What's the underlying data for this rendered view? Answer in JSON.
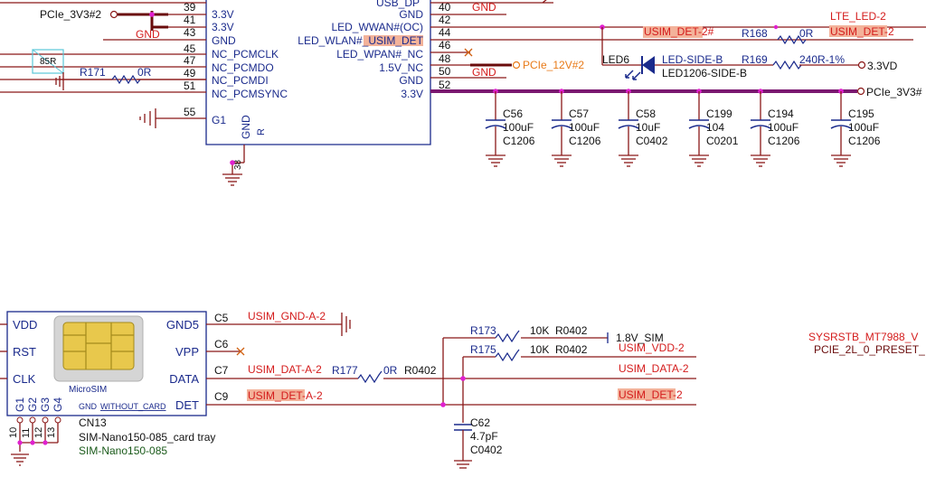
{
  "connector": {
    "left_pins": [
      {
        "num": "39",
        "name": "3.3V"
      },
      {
        "num": "41",
        "name": "3.3V"
      },
      {
        "num": "43",
        "name": "GND"
      },
      {
        "num": "45",
        "name": "NC_PCMCLK"
      },
      {
        "num": "47",
        "name": "NC_PCMDO"
      },
      {
        "num": "49",
        "name": "NC_PCMDI"
      },
      {
        "num": "51",
        "name": "NC_PCMSYNC"
      },
      {
        "num": "55",
        "name": "G1"
      }
    ],
    "right_pins": [
      {
        "num": "40",
        "name": "GND"
      },
      {
        "num": "42",
        "name": "LED_WWAN#(OC)"
      },
      {
        "num": "44",
        "name": "LED_WLAN#_USIM_DET",
        "plain": "LED_WLAN#_",
        "highlight": "USIM_DET"
      },
      {
        "num": "46",
        "name": "LED_WPAN#_NC"
      },
      {
        "num": "48",
        "name": "1.5V_NC"
      },
      {
        "num": "50",
        "name": "GND"
      },
      {
        "num": "52",
        "name": "3.3V"
      }
    ],
    "top_right_pin": "USB_DP",
    "bottom_pin": {
      "name": "GND",
      "num": "38",
      "mark": "R"
    }
  },
  "nets": {
    "pcie_3v3_2": "PCIe_3V3#2",
    "gnd": "GND",
    "r171": {
      "ref": "R171",
      "value": "0R"
    },
    "rp_85r": "85R",
    "pcie_12v_2": "PCIe_12V#2",
    "usim_det_2_hash": {
      "highlight": "USIM_DET",
      "rest": "-2#"
    },
    "lte_led_2": "LTE_LED-2",
    "usim_det_2": {
      "highlight": "USIM_DET",
      "rest": "-2"
    },
    "r168": {
      "ref": "R168",
      "value": "0R"
    },
    "r169": {
      "ref": "R169",
      "value": "240R-1%"
    },
    "v3_3vd": "3.3VD",
    "led6": {
      "ref": "LED6",
      "label": "LED-SIDE-B",
      "footprint": "LED1206-SIDE-B"
    },
    "pcie_3v3_bus": "PCIe_3V3#"
  },
  "capacitors": [
    {
      "ref": "C56",
      "value": "100uF",
      "pkg": "C1206"
    },
    {
      "ref": "C57",
      "value": "100uF",
      "pkg": "C1206"
    },
    {
      "ref": "C58",
      "value": "10uF",
      "pkg": "C0402"
    },
    {
      "ref": "C199",
      "value": "104",
      "pkg": "C0201"
    },
    {
      "ref": "C194",
      "value": "100uF",
      "pkg": "C1206"
    },
    {
      "ref": "C195",
      "value": "100uF",
      "pkg": "C1206"
    }
  ],
  "sim": {
    "left_pins": [
      "VDD",
      "RST",
      "CLK"
    ],
    "right_pins": [
      {
        "name": "GND5",
        "pin": "C5"
      },
      {
        "name": "VPP",
        "pin": "C6"
      },
      {
        "name": "DATA",
        "pin": "C7"
      },
      {
        "name": "DET",
        "pin": "C9"
      }
    ],
    "bottom_pins": [
      "G1",
      "G2",
      "G3",
      "G4"
    ],
    "bottom_nums": [
      "10",
      "11",
      "12",
      "13"
    ],
    "body_label": "MicroSIM",
    "body_note_gnd": "GND",
    "body_note": "WITHOUT_CARD",
    "ref": "CN13",
    "part": "SIM-Nano150-085_card tray",
    "footprint": "SIM-Nano150-085"
  },
  "sim_nets": {
    "gnd_a": "USIM_GND-A-2",
    "dat_a": "USIM_DAT-A-2",
    "det_a": {
      "highlight": "USIM_DET",
      "rest": "-A-2"
    },
    "r177": {
      "ref": "R177",
      "value": "0R",
      "pkg": "R0402"
    },
    "r173": {
      "ref": "R173",
      "value": "10K",
      "pkg": "R0402"
    },
    "r175": {
      "ref": "R175",
      "value": "10K",
      "pkg": "R0402"
    },
    "v1_8_sim": "1.8V_SIM",
    "usim_vdd": "USIM_VDD-2",
    "usim_data": "USIM_DATA-2",
    "usim_det": {
      "highlight": "USIM_DET",
      "rest": "-2"
    },
    "c62": {
      "ref": "C62",
      "value": "4.7pF",
      "pkg": "C0402"
    }
  },
  "side_labels": {
    "sysrstb": "SYSRSTB_MT7988_V",
    "pcie_preset": "PCIE_2L_0_PRESET_"
  }
}
